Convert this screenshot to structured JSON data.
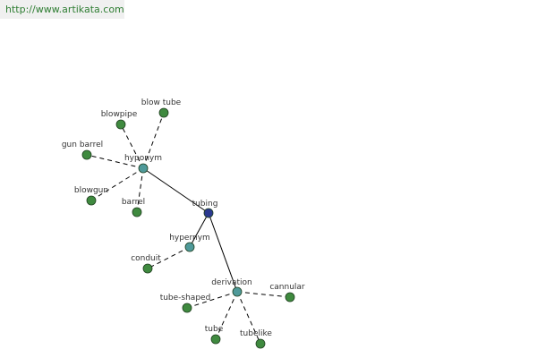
{
  "header": {
    "url": "http://www.artikata.com"
  },
  "colors": {
    "url_text": "#2e7d32",
    "url_bg": "#f0f0f0",
    "leaf_node": "#3f8a3f",
    "relation_node": "#4f9a9a",
    "root_node": "#2b3990",
    "node_stroke": "#1f3f1f",
    "edge": "#000000",
    "label": "#333333"
  },
  "graph": {
    "nodes": [
      {
        "id": "tubing",
        "label": "tubing",
        "kind": "root"
      },
      {
        "id": "hyponym",
        "label": "hyponym",
        "kind": "relation"
      },
      {
        "id": "hypernym",
        "label": "hypernym",
        "kind": "relation"
      },
      {
        "id": "derivation",
        "label": "derivation",
        "kind": "relation"
      },
      {
        "id": "blowpipe",
        "label": "blowpipe",
        "kind": "leaf"
      },
      {
        "id": "blow-tube",
        "label": "blow tube",
        "kind": "leaf"
      },
      {
        "id": "gun-barrel",
        "label": "gun barrel",
        "kind": "leaf"
      },
      {
        "id": "blowgun",
        "label": "blowgun",
        "kind": "leaf"
      },
      {
        "id": "barrel",
        "label": "barrel",
        "kind": "leaf"
      },
      {
        "id": "conduit",
        "label": "conduit",
        "kind": "leaf"
      },
      {
        "id": "cannular",
        "label": "cannular",
        "kind": "leaf"
      },
      {
        "id": "tube-shaped",
        "label": "tube-shaped",
        "kind": "leaf"
      },
      {
        "id": "tube",
        "label": "tube",
        "kind": "leaf"
      },
      {
        "id": "tubelike",
        "label": "tubelike",
        "kind": "leaf"
      }
    ],
    "edges": [
      {
        "from": "tubing",
        "to": "hyponym",
        "style": "solid"
      },
      {
        "from": "tubing",
        "to": "hypernym",
        "style": "solid"
      },
      {
        "from": "tubing",
        "to": "derivation",
        "style": "solid"
      },
      {
        "from": "hyponym",
        "to": "blowpipe",
        "style": "dashed"
      },
      {
        "from": "hyponym",
        "to": "blow-tube",
        "style": "dashed"
      },
      {
        "from": "hyponym",
        "to": "gun-barrel",
        "style": "dashed"
      },
      {
        "from": "hyponym",
        "to": "blowgun",
        "style": "dashed"
      },
      {
        "from": "hyponym",
        "to": "barrel",
        "style": "dashed"
      },
      {
        "from": "hypernym",
        "to": "conduit",
        "style": "dashed"
      },
      {
        "from": "derivation",
        "to": "cannular",
        "style": "dashed"
      },
      {
        "from": "derivation",
        "to": "tube-shaped",
        "style": "dashed"
      },
      {
        "from": "derivation",
        "to": "tube",
        "style": "dashed"
      },
      {
        "from": "derivation",
        "to": "tubelike",
        "style": "dashed"
      }
    ]
  }
}
